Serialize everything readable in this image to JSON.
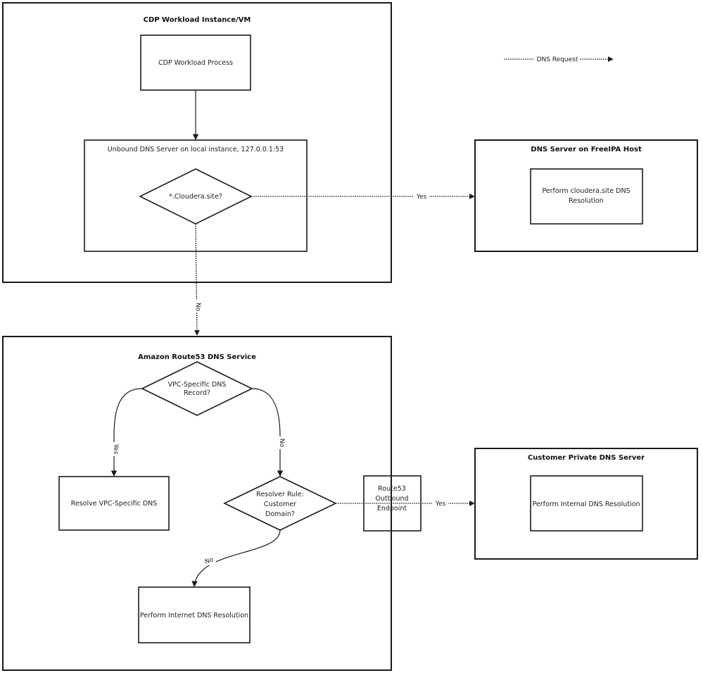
{
  "containers": {
    "workload_instance": "CDP Workload Instance/VM",
    "route53_service": "Amazon Route53 DNS Service",
    "freeipa_server": "DNS Server on FreeIPA Host",
    "customer_dns": "Customer Private DNS Server"
  },
  "nodes": {
    "workload_process": "CDP Workload Process",
    "unbound_dns": "Unbound DNS Server on local instance, 127.0.0.1:53",
    "cloudera_site_decision": "*.Cloudera.site?",
    "freeipa_resolution": [
      "Perform cloudera.site DNS",
      "Resolution"
    ],
    "vpc_decision": [
      "VPC-Specific DNS",
      "Record?"
    ],
    "resolve_vpc": "Resolve VPC-Specific DNS",
    "resolver_rule_decision": [
      "Resolver Rule:",
      "Customer",
      "Domain?"
    ],
    "outbound_endpoint": [
      "Route53",
      "Outbound",
      "Endpoint"
    ],
    "internet_resolution": "Perform Internet DNS Resolution",
    "internal_resolution": "Perform Internal DNS Resolution"
  },
  "edge_labels": {
    "to_freeipa": "Yes",
    "to_route53": "No",
    "vpc_yes": "Yes",
    "vpc_no": "No",
    "resolver_no": "No",
    "resolver_yes": "Yes"
  },
  "legend": {
    "label": "DNS Request"
  }
}
